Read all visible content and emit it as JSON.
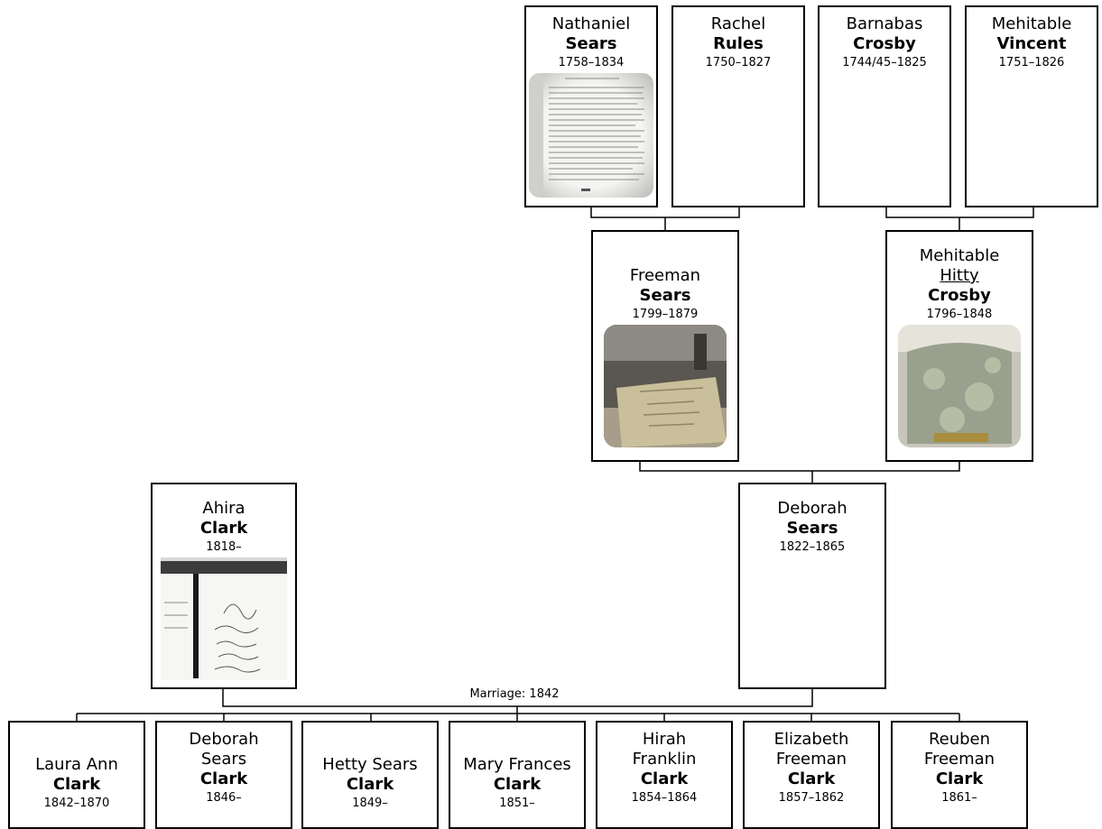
{
  "people": {
    "nathaniel": {
      "given": "Nathaniel",
      "surname": "Sears",
      "dates": "1758–1834",
      "photo": "document-page"
    },
    "rachel": {
      "given": "Rachel",
      "surname": "Rules",
      "dates": "1750–1827"
    },
    "barnabas": {
      "given": "Barnabas",
      "surname": "Crosby",
      "dates": "1744/45–1825"
    },
    "mehitable_v": {
      "given": "Mehitable",
      "surname": "Vincent",
      "dates": "1751–1826"
    },
    "freeman": {
      "given": "Freeman",
      "surname": "Sears",
      "dates": "1799–1879",
      "photo": "gravestone"
    },
    "mehitable_c": {
      "given": "Mehitable",
      "alias": "Hitty",
      "surname": "Crosby",
      "dates": "1796–1848",
      "photo": "gravestone"
    },
    "ahira": {
      "given": "Ahira",
      "surname": "Clark",
      "dates": "1818–",
      "photo": "document-record"
    },
    "deborah": {
      "given": "Deborah",
      "surname": "Sears",
      "dates": "1822–1865"
    },
    "laura": {
      "given": "Laura Ann",
      "surname": "Clark",
      "dates": "1842–1870"
    },
    "deborah_c": {
      "given": "Deborah Sears",
      "surname": "Clark",
      "dates": "1846–"
    },
    "hetty": {
      "given": "Hetty Sears",
      "surname": "Clark",
      "dates": "1849–"
    },
    "mary": {
      "given": "Mary Frances",
      "surname": "Clark",
      "dates": "1851–"
    },
    "hirah": {
      "given": "Hirah Franklin",
      "surname": "Clark",
      "dates": "1854–1864"
    },
    "elizabeth": {
      "given": "Elizabeth Freeman",
      "surname": "Clark",
      "dates": "1857–1862"
    },
    "reuben": {
      "given": "Reuben Freeman",
      "surname": "Clark",
      "dates": "1861–"
    }
  },
  "marriage": {
    "label": "Marriage: 1842"
  },
  "colors": {
    "line": "#000000",
    "box_border": "#000000",
    "background": "#ffffff"
  }
}
